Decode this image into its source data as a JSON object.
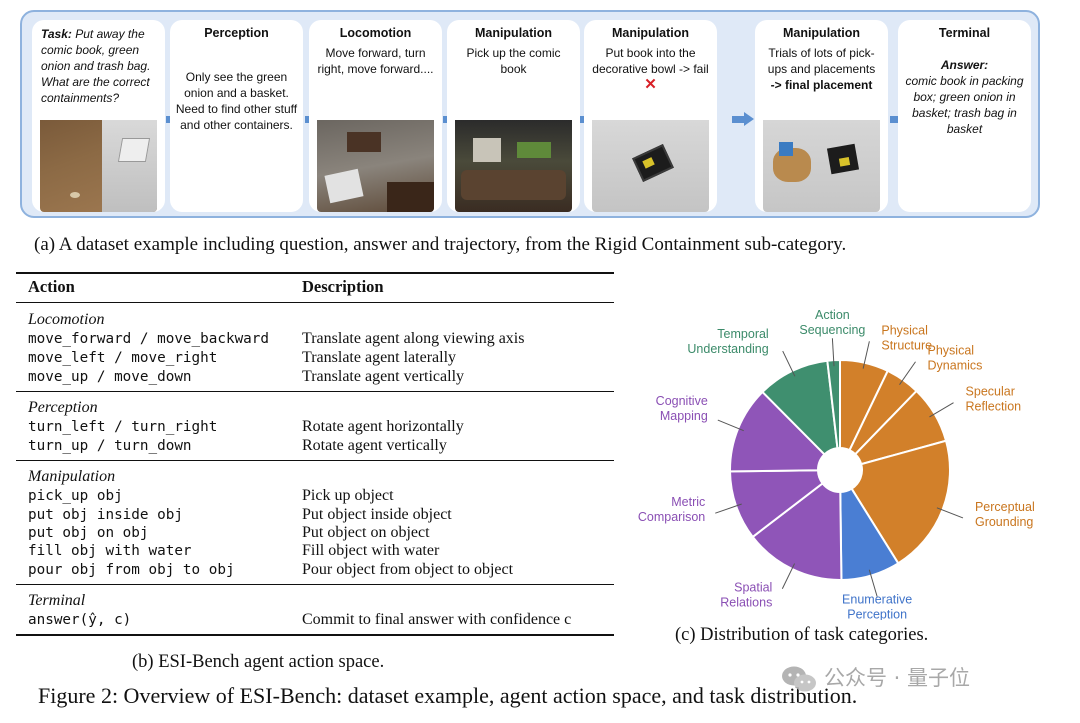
{
  "panel_a": {
    "cards": [
      {
        "task_label": "Task:",
        "task_text": " Put away the comic book, green onion and trash bag. What are the correct containments?"
      },
      {
        "title": "Perception",
        "text": "Only see the green onion and a basket. Need to find other stuff and other containers."
      },
      {
        "title": "Locomotion",
        "text": "Move forward, turn right, move forward...."
      },
      {
        "title": "Manipulation",
        "text": "Pick up the comic book"
      },
      {
        "title": "Manipulation",
        "text": "Put book into  the decorative bowl -> fail",
        "mark": "✕"
      },
      {
        "title": "Manipulation",
        "text": "Trials of lots of pick-ups and placements",
        "text_bold": "-> final placement"
      },
      {
        "title": "Terminal",
        "answer_label": "Answer:",
        "answer_text": "comic book in packing box; green onion in basket; trash bag in basket"
      }
    ],
    "ellipsis": "...",
    "caption": "(a) A dataset example including question, answer and trajectory, from the Rigid Containment sub-category."
  },
  "panel_b": {
    "headers": [
      "Action",
      "Description"
    ],
    "groups": [
      {
        "name": "Locomotion",
        "rows": [
          [
            "move_forward / move_backward",
            "Translate agent along viewing axis"
          ],
          [
            "move_left / move_right",
            "Translate agent laterally"
          ],
          [
            "move_up / move_down",
            "Translate agent vertically"
          ]
        ]
      },
      {
        "name": "Perception",
        "rows": [
          [
            "turn_left / turn_right",
            "Rotate agent horizontally"
          ],
          [
            "turn_up / turn_down",
            "Rotate agent vertically"
          ]
        ]
      },
      {
        "name": "Manipulation",
        "rows": [
          [
            "pick_up obj",
            "Pick up object"
          ],
          [
            "put obj inside obj",
            "Put object inside object"
          ],
          [
            "put obj on obj",
            "Put object on object"
          ],
          [
            "fill obj with water",
            "Fill object with water"
          ],
          [
            "pour obj from obj to obj",
            "Pour object from object to object"
          ]
        ]
      },
      {
        "name": "Terminal",
        "rows": [
          [
            "answer(ŷ, c)",
            "Commit to final answer with confidence c"
          ]
        ]
      }
    ],
    "caption": "(b) ESI-Bench agent action space."
  },
  "panel_c": {
    "caption": "(c) Distribution of task categories."
  },
  "chart_data": {
    "type": "pie",
    "title": "",
    "labels": [
      "Physical Structure",
      "Physical Dynamics",
      "Specular Reflection",
      "Perceptual Grounding",
      "Enumerative Perception",
      "Spatial Relations",
      "Metric Comparison",
      "Cognitive Mapping",
      "Temporal Understanding",
      "Action Sequencing"
    ],
    "values": [
      7.0,
      5.0,
      8.3,
      20.0,
      8.5,
      14.5,
      10.0,
      12.5,
      10.4,
      1.8
    ],
    "colors": [
      "#d2802a",
      "#d2802a",
      "#d2802a",
      "#d2802a",
      "#4a7ed3",
      "#8f55b8",
      "#8f55b8",
      "#8f55b8",
      "#3f8f6f",
      "#3f8f6f"
    ],
    "donut_hole": true
  },
  "figure_caption": "Figure 2: Overview of ESI-Bench: dataset example, agent action space, and task distribution.",
  "watermark": "公众号 · 量子位"
}
